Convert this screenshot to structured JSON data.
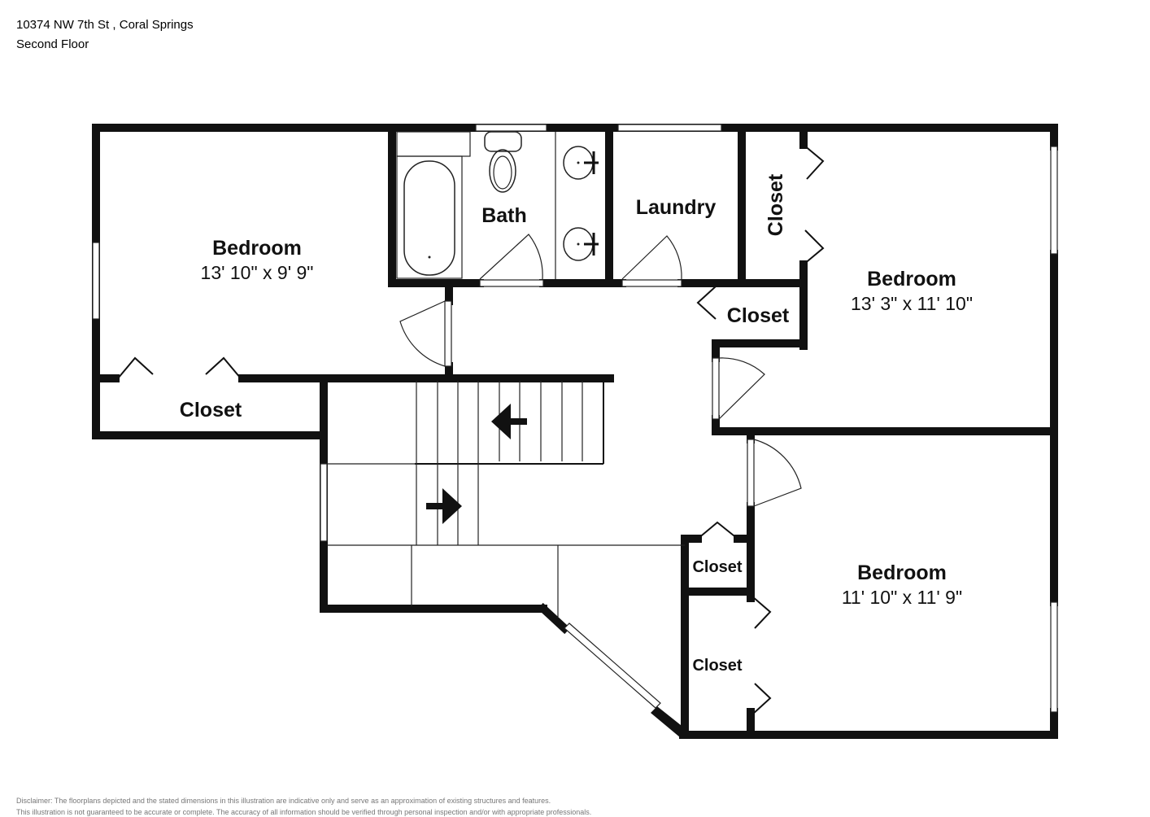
{
  "header": {
    "address": "10374 NW 7th St , Coral Springs",
    "floor": "Second Floor"
  },
  "rooms": {
    "bedroom_1": {
      "name": "Bedroom",
      "dims": "13' 10\" x 9' 9\""
    },
    "bedroom_2": {
      "name": "Bedroom",
      "dims": "13' 3\" x 11' 10\""
    },
    "bedroom_3": {
      "name": "Bedroom",
      "dims": "11' 10\" x 11' 9\""
    },
    "bath": {
      "name": "Bath"
    },
    "laundry": {
      "name": "Laundry"
    },
    "closet_bedroom1": {
      "name": "Closet"
    },
    "closet_vertical": {
      "name": "Closet"
    },
    "closet_hall": {
      "name": "Closet"
    },
    "closet_small": {
      "name": "Closet"
    },
    "closet_lower": {
      "name": "Closet"
    }
  },
  "disclaimer": {
    "line1": "Disclaimer: The floorplans depicted and the stated dimensions in this illustration are indicative only and serve as an approximation of existing structures and features.",
    "line2": "This illustration is not guaranteed to be accurate or complete. The accuracy of all information should be verified through personal inspection and/or with appropriate professionals."
  }
}
